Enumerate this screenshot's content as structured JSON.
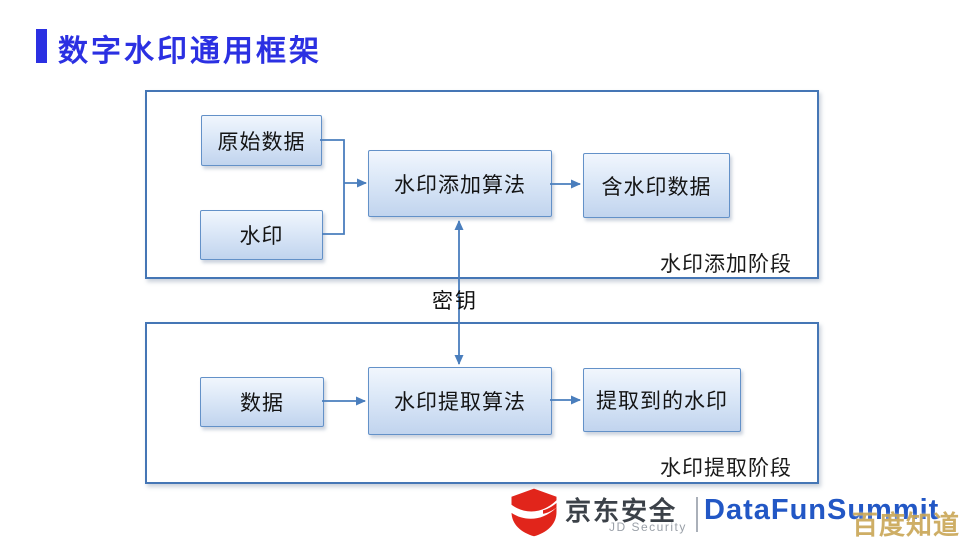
{
  "slide": {
    "title": "数字水印通用框架"
  },
  "diagram": {
    "phase1": {
      "label": "水印添加阶段",
      "nodes": {
        "original_data": "原始数据",
        "watermark": "水印",
        "embed_algorithm": "水印添加算法",
        "watermarked_data": "含水印数据"
      }
    },
    "key_label": "密钥",
    "phase2": {
      "label": "水印提取阶段",
      "nodes": {
        "data": "数据",
        "extract_algorithm": "水印提取算法",
        "extracted_watermark": "提取到的水印"
      }
    }
  },
  "footer": {
    "brand_cn": "京东安全",
    "brand_en": "JD Security",
    "conference": "DataFunSummit",
    "watermark": "百度知道"
  },
  "colors": {
    "accent_blue": "#2b30e2",
    "container_border": "#4576b5",
    "node_border": "#6391c8",
    "node_fill_top": "#f1f6fd",
    "node_fill_bottom": "#c1d4ee",
    "connector": "#4a7ebd",
    "jd_red": "#e1251b",
    "conference_blue": "#2257c5",
    "watermark_gold": "#c6a04a"
  }
}
